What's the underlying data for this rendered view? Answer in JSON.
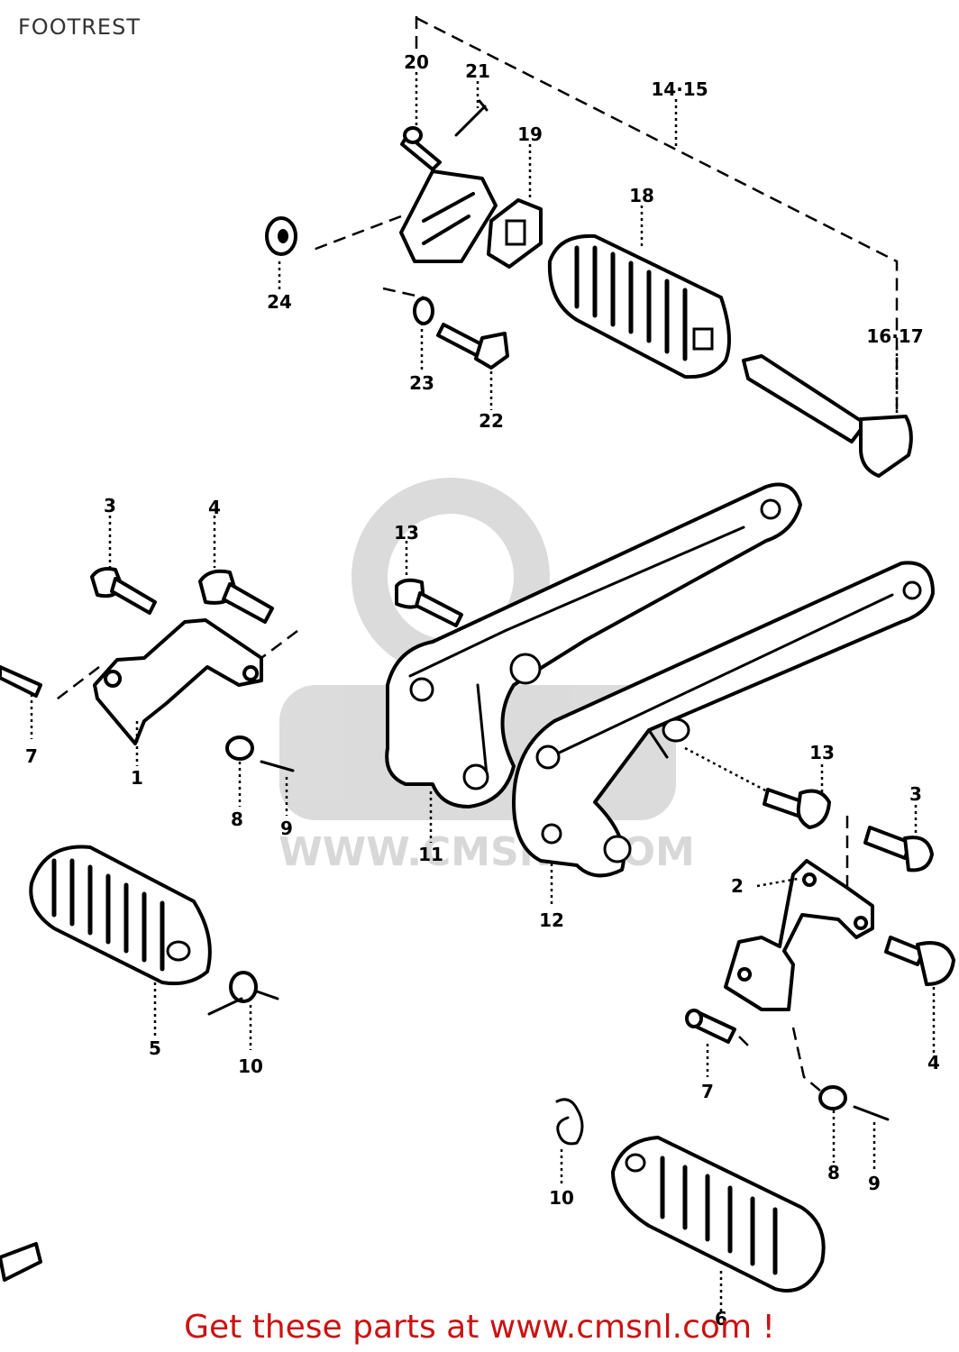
{
  "page": {
    "title": "FOOTREST"
  },
  "watermark": {
    "url": "WWW.CMSNL.COM"
  },
  "footer": {
    "text": "Get these parts at www.cmsnl.com !"
  },
  "callouts": {
    "c1": "1",
    "c2": "2",
    "c3a": "3",
    "c3b": "3",
    "c4a": "4",
    "c4b": "4",
    "c5": "5",
    "c6": "6",
    "c7a": "7",
    "c7b": "7",
    "c8a": "8",
    "c8b": "8",
    "c9a": "9",
    "c9b": "9",
    "c10a": "10",
    "c10b": "10",
    "c11": "11",
    "c12": "12",
    "c13a": "13",
    "c13b": "13",
    "c14_15": "14·15",
    "c16_17": "16·17",
    "c18": "18",
    "c19": "19",
    "c20": "20",
    "c21": "21",
    "c22": "22",
    "c23": "23",
    "c24": "24"
  },
  "colors": {
    "footer_text": "#cc1111",
    "line_art": "#000000",
    "watermark": "#d8d8d8"
  }
}
